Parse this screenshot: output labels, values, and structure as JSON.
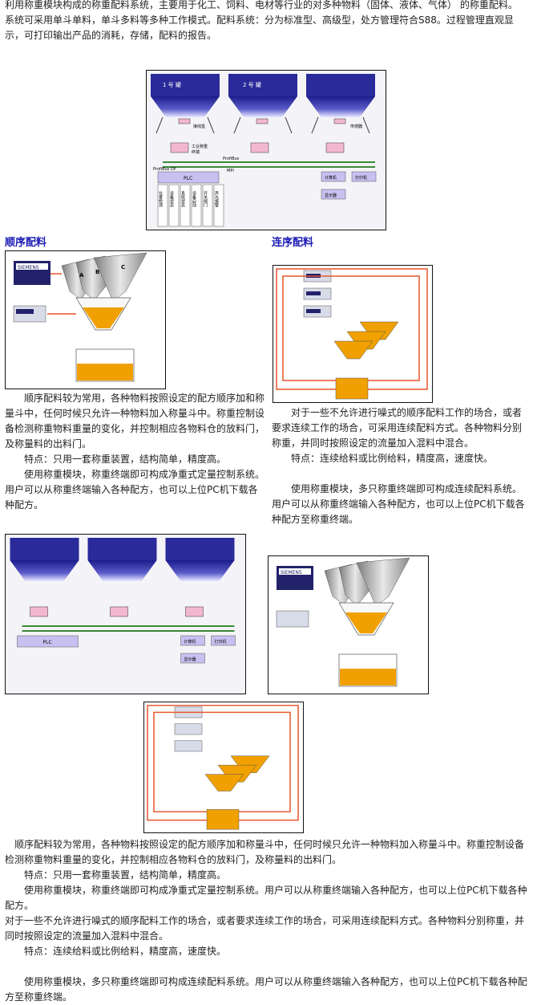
{
  "intro": {
    "line1": "利用称重模块构成的称重配料系统，主要用于化工、饲料、电材等行业的对多种物料（固体、液体、气体） 的称重配料。",
    "line2": "系统可采用单斗单料，单斗多料等多种工作模式。配料系统：分为标准型、高级型，处方管理符合S88。过程管理直观显",
    "line3": "示，可打印输出产品的消耗，存储，配料的报告。"
  },
  "system_diagram": {
    "hopper_label": "1 号 罐",
    "hopper_mid_label": "2 号 罐",
    "junction_box": "接线盒",
    "sensor": "传感器",
    "terminal_line1": "工业称重",
    "terminal_line2": "终端",
    "profibus": "ProfiBus",
    "profibus_dp": "ProfiBus DP",
    "mpi": "MPI",
    "plc": "PLC",
    "computer": "计算机",
    "printer": "打印机",
    "display": "显示器",
    "io_labels": [
      "位置检测",
      "设备状态",
      "系统状态",
      "设备启动",
      "开关阀门",
      "声光报警"
    ]
  },
  "sequential": {
    "heading": "顺序配料",
    "brand": "SIEMENS",
    "bins": [
      "A",
      "B",
      "C"
    ],
    "p1": "顺序配料较为常用，各种物料按照设定的配方顺序加和称量斗中，任何时候只允许一种物料加入称量斗中。称重控制设备检测称重物料重量的变化，并控制相应各物料仓的放料门，及称量料的出料门。",
    "p2": "特点：只用一套称重装置，结构简单，精度高。",
    "p3": "使用称重模块，称重终端即可构成净重式定量控制系统。用户可以从称重终端输入各种配方，也可以上位PC机下载各种配方。"
  },
  "continuous": {
    "heading": "连序配料",
    "p1": "对于一些不允许进行噪式的顺序配料工作的场合，或者要求连续工作的场合，可采用连续配料方式。各种物料分别称重，并同时按照设定的流量加入混料中混合。",
    "p2": "特点：连续给料或比例给料，精度高，速度快。",
    "p3": "使用称重模块，多只称重终端即可构成连续配料系统。用户可以从称重终端输入各种配方，也可以上位PC机下载各种配方至称重终端。"
  },
  "bottom": {
    "l1": "顺序配料较为常用，各种物料按照设定的配方顺序加和称量斗中，任何时候只允许一种物料加入称量斗中。称重控制设备",
    "l2": "检测称重物料重量的变化，并控制相应各物料仓的放料门，及称量料的出料门。",
    "l3": "特点：只用一套称重装置，结构简单，精度高。",
    "l4": "使用称重模块，称重终端即可构成净重式定量控制系统。用户可以从称重终端输入各种配方，也可以上位PC机下载各种",
    "l5": "配方。",
    "l6": "对于一些不允许进行噪式的顺序配料工作的场合，或者要求连续工作的场合，可采用连续配料方式。各种物料分别称重，并",
    "l7": "同时按照设定的流量加入混料中混合。",
    "l8": "特点：连续给料或比例给料，精度高，速度快。",
    "l9": "使用称重模块，多只称重终端即可构成连续配料系统。用户可以从称重终端输入各种配方，也可以上位PC机下载各种配",
    "l10": "方至称重终端。"
  },
  "colors": {
    "hopper_blue": "#3b3bb0",
    "material_orange": "#f0a000",
    "pipe_red": "#e8542a",
    "bus_green": "#3a8a3a",
    "plc_purple": "#c8c0f0",
    "terminal_pink": "#f2b8d0",
    "heading_blue": "#1a1ab4"
  }
}
